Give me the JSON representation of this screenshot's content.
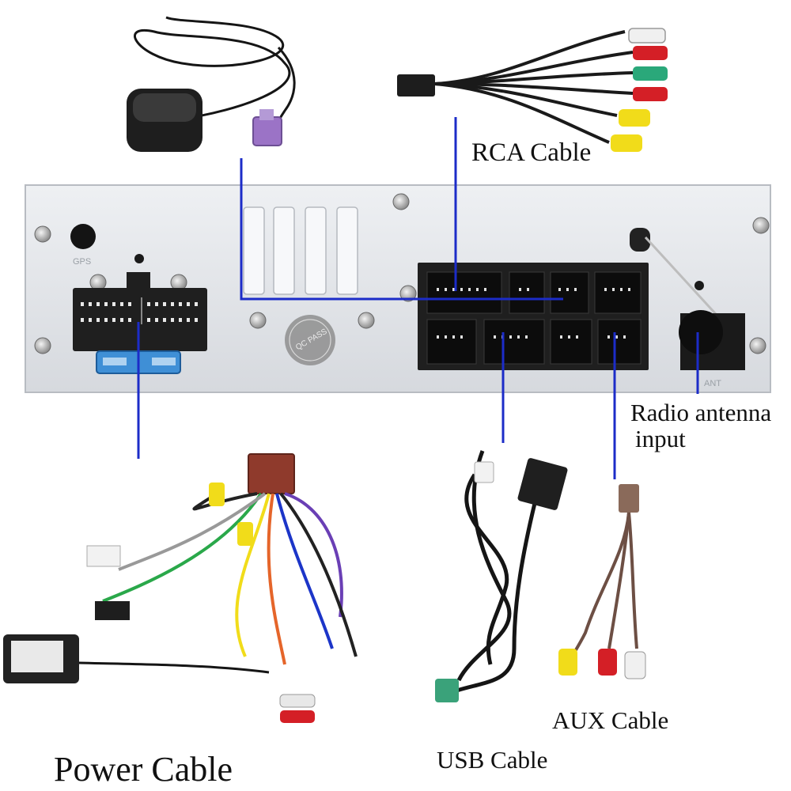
{
  "labels": {
    "rca_cable": "RCA Cable",
    "radio_antenna_line1": "Radio antenna",
    "radio_antenna_line2": "input",
    "usb_cable": "USB Cable",
    "aux_cable": "AUX Cable",
    "power_cable": "Power Cable"
  },
  "panel_marks": {
    "gps_port": "GPS",
    "qc_badge": "QC PASS",
    "ant_port": "ANT"
  },
  "colors": {
    "connector_line": "#1c2cc8",
    "panel": "#e3e6ea",
    "connector_block": "#1f1f1f",
    "cable": "#151515",
    "rca_red": "#d41f26",
    "rca_yellow": "#f1dc1a",
    "rca_green": "#2aa87a",
    "rca_white": "#f0f0f0",
    "fuse_blue": "#3f8fd6",
    "gps_plug": "#9b73c6",
    "aux_plug": "#8a6a5a",
    "usb_green_plug": "#3aa27a"
  }
}
